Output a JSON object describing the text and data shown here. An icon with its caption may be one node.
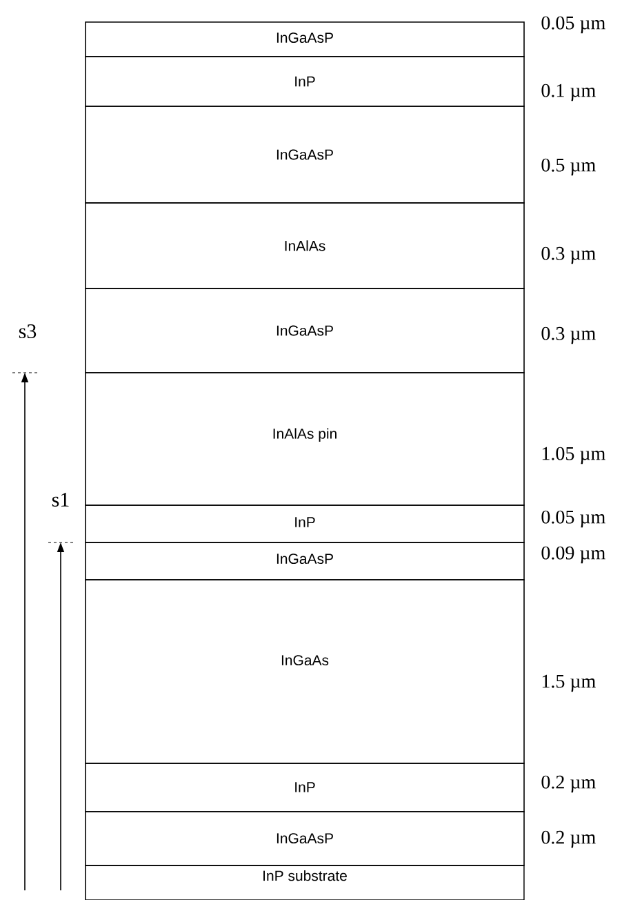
{
  "diagram": {
    "nodes": [
      {
        "text": [
          "InGaAsP"
        ],
        "beside": [
          "0.05 µm"
        ]
      },
      {
        "text": [
          "InP"
        ],
        "beside": [
          "0.1 µm"
        ]
      },
      {
        "text": [
          "InGaAsP"
        ],
        "beside": [
          "0.5 µm"
        ]
      },
      {
        "text": [
          "InAlAs"
        ],
        "beside": [
          "0.3 µm"
        ]
      },
      {
        "text": [
          "InGaAsP"
        ],
        "beside": [
          "0.3 µm"
        ]
      },
      {
        "text": [
          "InAlAs pin"
        ],
        "beside": [
          "1.05 µm"
        ]
      },
      {
        "text": [
          "InP"
        ],
        "beside": [
          "0.05 µm"
        ]
      },
      {
        "text": [
          "InGaAsP"
        ],
        "beside": [
          "0.09 µm"
        ]
      },
      {
        "text": [
          "InGaAs"
        ],
        "beside": [
          "1.5 µm"
        ]
      },
      {
        "text": [
          "InP"
        ],
        "beside": [
          "0.2 µm"
        ]
      },
      {
        "text": [
          "InGaAsP"
        ],
        "beside": [
          "0.2 µm"
        ]
      },
      {
        "text": [
          "InP substrate"
        ]
      }
    ],
    "labels": [
      "s3",
      "s1"
    ]
  }
}
